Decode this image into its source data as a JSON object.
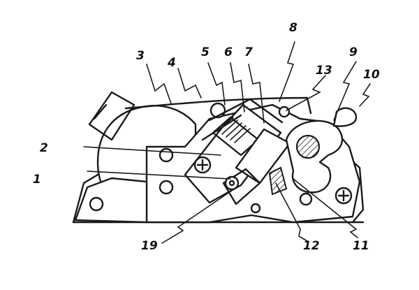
{
  "diagram": {
    "labels": [
      {
        "key": "l1",
        "text": "1"
      },
      {
        "key": "l2",
        "text": "2"
      },
      {
        "key": "l3",
        "text": "3"
      },
      {
        "key": "l4",
        "text": "4"
      },
      {
        "key": "l5",
        "text": "5"
      },
      {
        "key": "l6",
        "text": "6"
      },
      {
        "key": "l7",
        "text": "7"
      },
      {
        "key": "l8",
        "text": "8"
      },
      {
        "key": "l9",
        "text": "9"
      },
      {
        "key": "l10",
        "text": "10"
      },
      {
        "key": "l11",
        "text": "11"
      },
      {
        "key": "l12",
        "text": "12"
      },
      {
        "key": "l13",
        "text": "13"
      },
      {
        "key": "l19",
        "text": "19"
      }
    ]
  }
}
